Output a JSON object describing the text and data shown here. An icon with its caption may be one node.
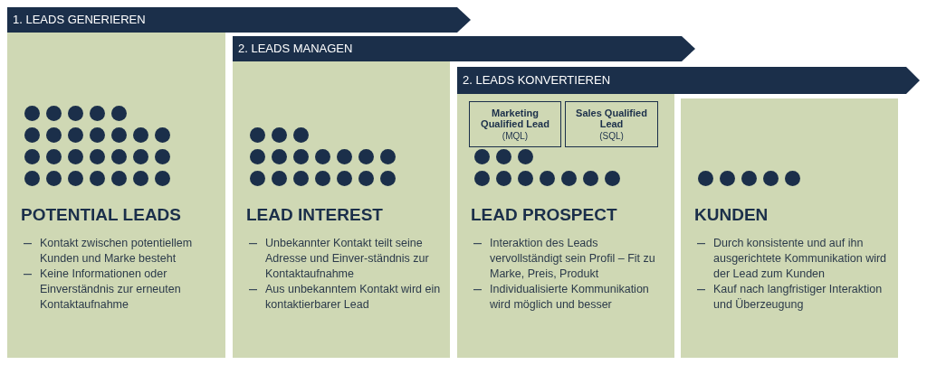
{
  "diagram": {
    "nodes": [
      {
        "text": [
          "1. LEADS GENERIEREN"
        ]
      },
      {
        "text": [
          "2. LEADS MANAGEN"
        ]
      },
      {
        "text": [
          "2. LEADS KONVERTIEREN"
        ]
      },
      {
        "text": [
          "POTENTIAL LEADS",
          "Kontakt zwischen potentiellem Kunden und Marke besteht",
          "Keine Informationen oder Einverständnis zur erneuten Kontaktaufnahme"
        ]
      },
      {
        "text": [
          "LEAD INTEREST",
          "Unbekannter Kontakt teilt seine Adresse und Einver-ständnis zur Kontaktaufnahme",
          "Aus unbekanntem Kontakt wird ein kontaktierbarer Lead"
        ]
      },
      {
        "text": [
          "LEAD PROSPECT",
          "Interaktion des Leads vervollständigt sein Profil – Fit zu Marke, Preis, Produkt",
          "Individualisierte Kommunikation wird möglich und besser"
        ]
      },
      {
        "text": [
          "Marketing Qualified Lead",
          "(MQL)"
        ],
        "in": 5
      },
      {
        "text": [
          "Sales Qualified Lead",
          "(SQL)"
        ],
        "in": 5
      },
      {
        "text": [
          "KUNDEN",
          "Durch konsistente und auf ihn ausgerichtete Kommunikation wird der Lead zum Kunden",
          "Kauf nach langfristiger Interaktion und Überzeugung"
        ]
      }
    ],
    "edges": []
  }
}
